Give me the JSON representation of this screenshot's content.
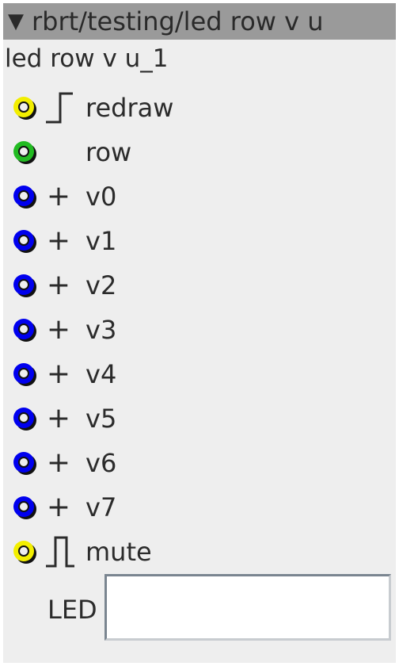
{
  "window": {
    "title": "rbrt/testing/led row v u",
    "collapse_glyph": "▼"
  },
  "module": {
    "name": "led row v u_1"
  },
  "ports": [
    {
      "label": "redraw",
      "color": "#f2ee00",
      "glyph": "rising-edge-icon"
    },
    {
      "label": "row",
      "color": "#22bb22",
      "glyph": "none"
    },
    {
      "label": "v0",
      "color": "#0000ee",
      "glyph": "plus-icon"
    },
    {
      "label": "v1",
      "color": "#0000ee",
      "glyph": "plus-icon"
    },
    {
      "label": "v2",
      "color": "#0000ee",
      "glyph": "plus-icon"
    },
    {
      "label": "v3",
      "color": "#0000ee",
      "glyph": "plus-icon"
    },
    {
      "label": "v4",
      "color": "#0000ee",
      "glyph": "plus-icon"
    },
    {
      "label": "v5",
      "color": "#0000ee",
      "glyph": "plus-icon"
    },
    {
      "label": "v6",
      "color": "#0000ee",
      "glyph": "plus-icon"
    },
    {
      "label": "v7",
      "color": "#0000ee",
      "glyph": "plus-icon"
    },
    {
      "label": "mute",
      "color": "#f2ee00",
      "glyph": "pulse-icon"
    }
  ],
  "led": {
    "label": "LED",
    "value": ""
  },
  "plus_glyph": "+"
}
